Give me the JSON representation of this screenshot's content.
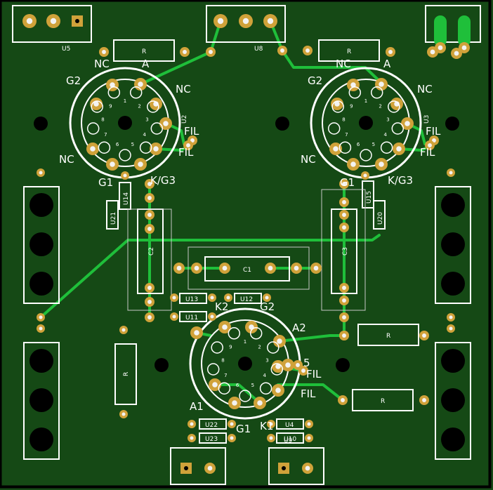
{
  "colors": {
    "board": "#154915",
    "board_edge": "#000000",
    "silk": "#ffffff",
    "trace": "#1fbf3a",
    "pad": "#d0a23a",
    "drill": "#000000",
    "outline": "#c8c8c8"
  },
  "designators": {
    "u5": "U5",
    "u8": "U8",
    "u2": "U2",
    "u3": "U3",
    "u14": "U14",
    "u15": "U15",
    "u21": "U21",
    "u20": "U20",
    "c1": "C1",
    "c2": "C2",
    "c3": "C3",
    "u13": "U13",
    "u12": "U12",
    "u11": "U11",
    "u22": "U22",
    "u23": "U23",
    "u4": "U4",
    "u10": "U10",
    "u9": "U9"
  },
  "resistor_label": "R",
  "tube_left": {
    "nc1": "NC",
    "a": "A",
    "g2": "G2",
    "nc2": "NC",
    "fil1": "FIL",
    "fil2": "FIL",
    "nc3": "NC",
    "g1": "G1",
    "kg3": "K/G3"
  },
  "tube_right": {
    "nc1": "NC",
    "a": "A",
    "g2": "G2",
    "nc2": "NC",
    "fil1": "FIL",
    "fil2": "FIL",
    "nc3": "NC",
    "g1": "G1",
    "kg3": "K/G3"
  },
  "tube_bottom": {
    "k2": "K2",
    "g2": "G2",
    "a2": "A2",
    "five": "5",
    "fil1": "FIL",
    "fil2": "FIL",
    "a1": "A1",
    "g1": "G1",
    "k1": "K1"
  },
  "pin_numbers": [
    "1",
    "2",
    "3",
    "4",
    "5",
    "6",
    "7",
    "8",
    "9"
  ]
}
